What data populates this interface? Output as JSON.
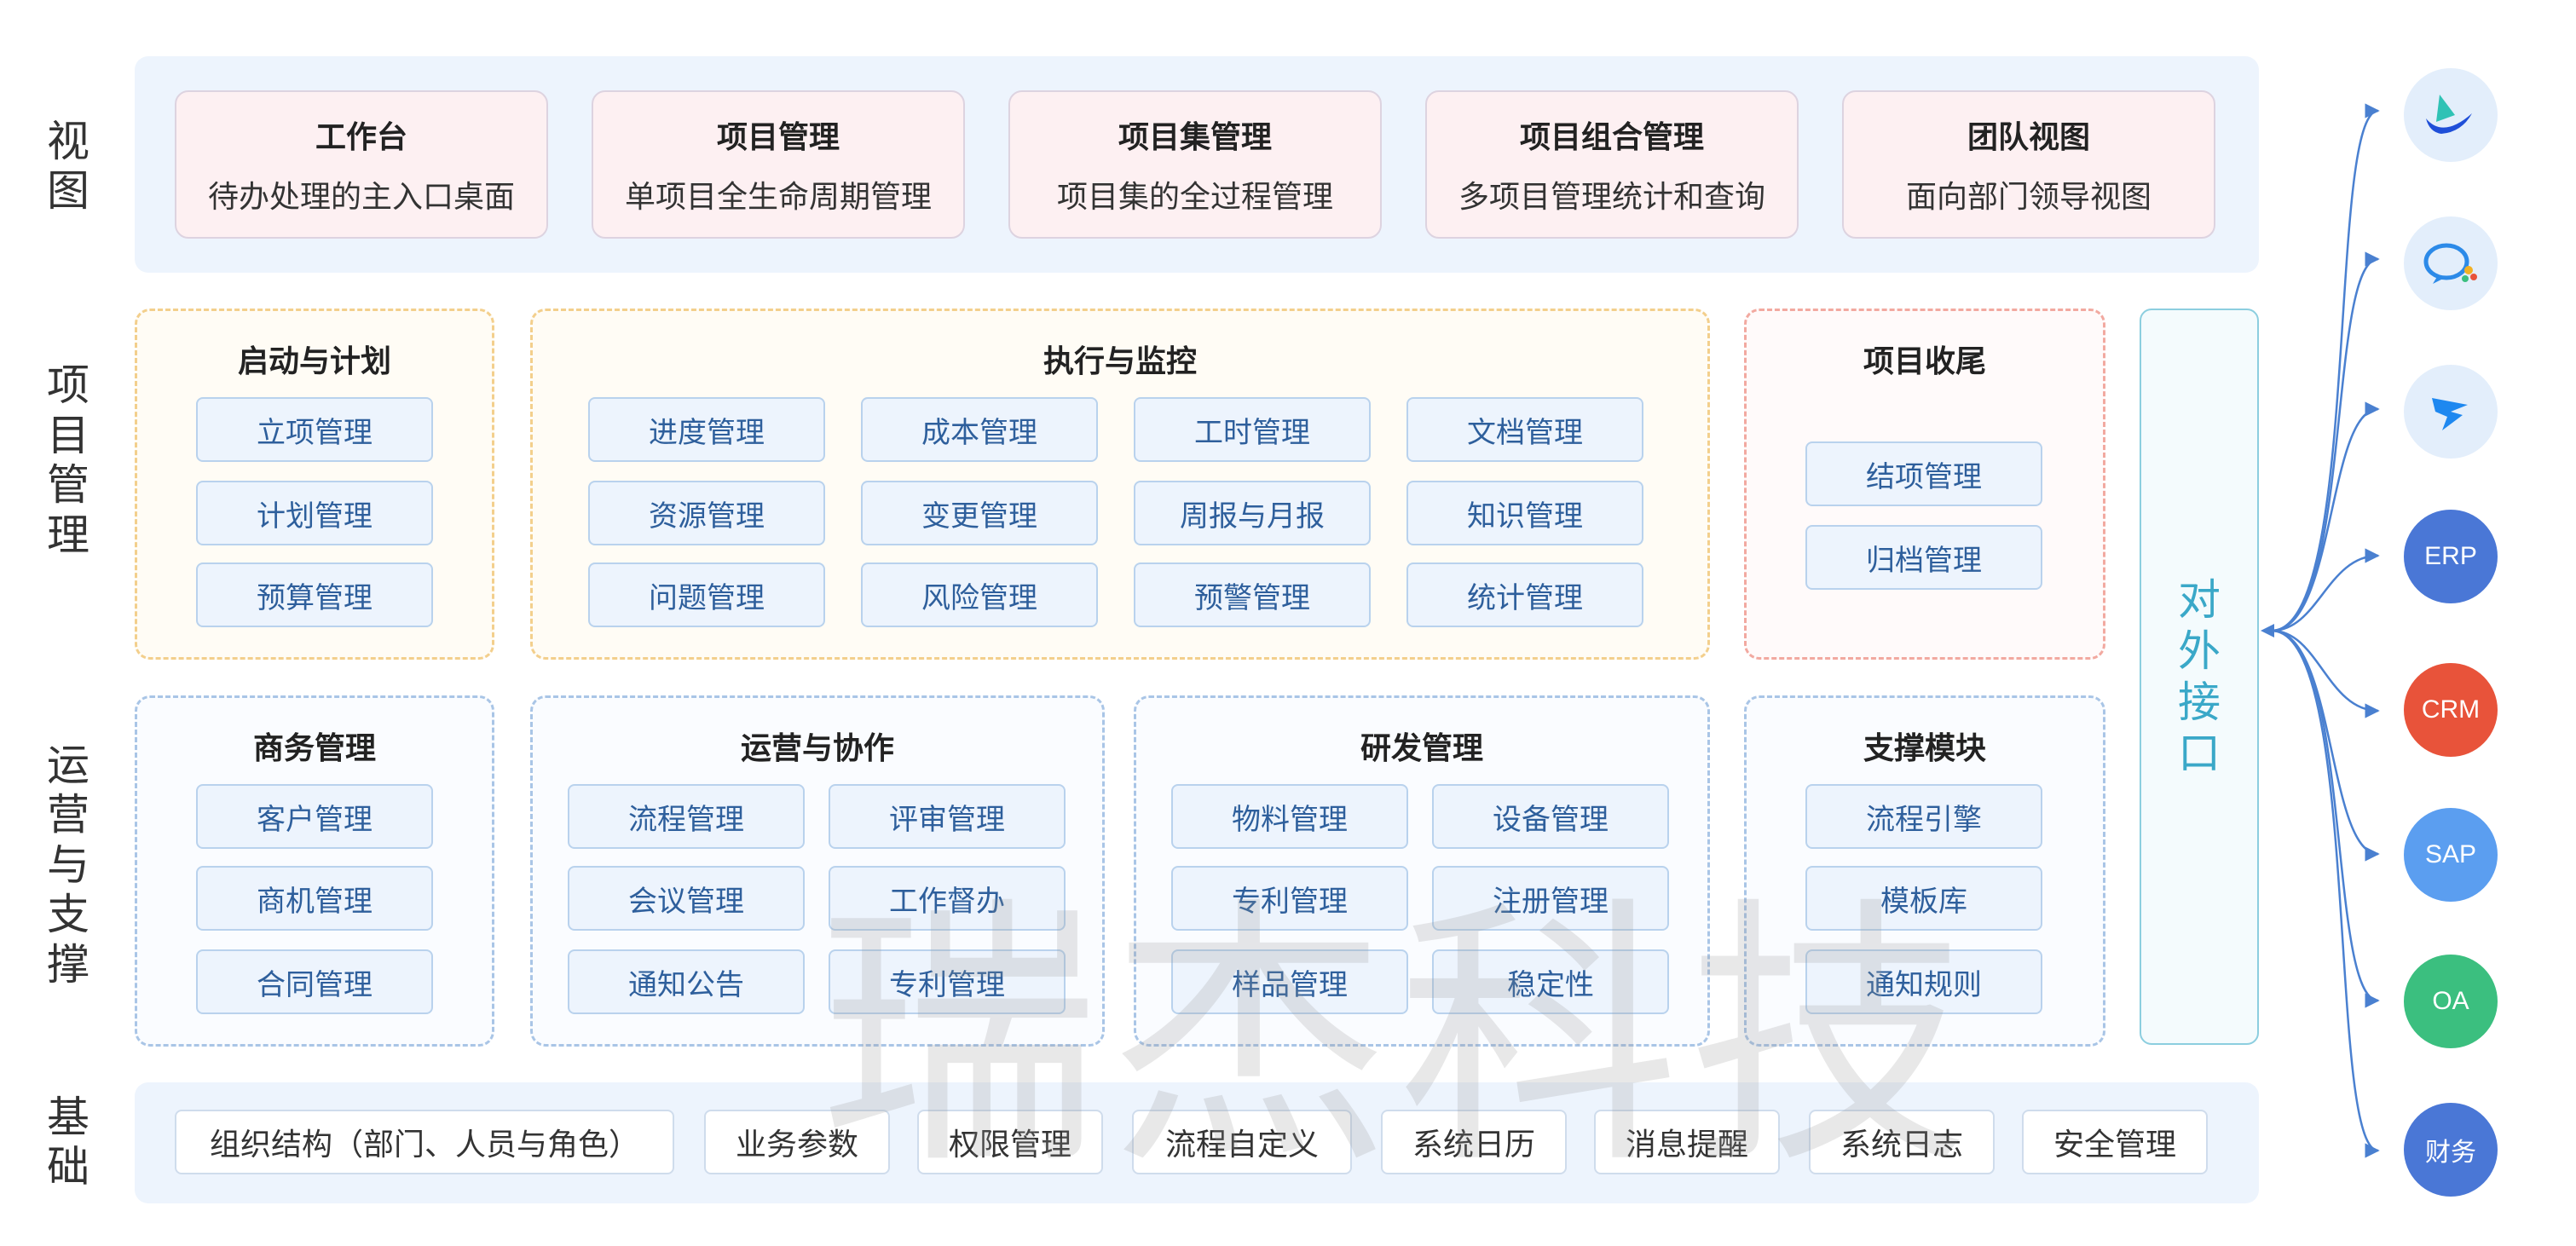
{
  "row_labels": {
    "view": [
      "视",
      "图"
    ],
    "project": [
      "项",
      "目",
      "管",
      "理"
    ],
    "operation": [
      "运",
      "营",
      "与",
      "支",
      "撑"
    ],
    "base": [
      "基",
      "础"
    ]
  },
  "views": [
    {
      "title": "工作台",
      "desc": "待办处理的主入口桌面"
    },
    {
      "title": "项目管理",
      "desc": "单项目全生命周期管理"
    },
    {
      "title": "项目集管理",
      "desc": "项目集的全过程管理"
    },
    {
      "title": "项目组合管理",
      "desc": "多项目管理统计和查询"
    },
    {
      "title": "团队视图",
      "desc": "面向部门领导视图"
    }
  ],
  "project_groups": {
    "start": {
      "title": "启动与计划",
      "items": [
        "立项管理",
        "计划管理",
        "预算管理"
      ]
    },
    "execute": {
      "title": "执行与监控",
      "items": [
        "进度管理",
        "成本管理",
        "工时管理",
        "文档管理",
        "资源管理",
        "变更管理",
        "周报与月报",
        "知识管理",
        "问题管理",
        "风险管理",
        "预警管理",
        "统计管理"
      ]
    },
    "close": {
      "title": "项目收尾",
      "items": [
        "结项管理",
        "归档管理"
      ]
    }
  },
  "operation_groups": {
    "business": {
      "title": "商务管理",
      "items": [
        "客户管理",
        "商机管理",
        "合同管理"
      ]
    },
    "collab": {
      "title": "运营与协作",
      "items": [
        "流程管理",
        "评审管理",
        "会议管理",
        "工作督办",
        "通知公告",
        "专利管理"
      ]
    },
    "rnd": {
      "title": "研发管理",
      "items": [
        "物料管理",
        "设备管理",
        "专利管理",
        "注册管理",
        "样品管理",
        "稳定性"
      ]
    },
    "support": {
      "title": "支撑模块",
      "items": [
        "流程引擎",
        "模板库",
        "通知规则"
      ]
    }
  },
  "base_items": [
    "组织结构（部门、人员与角色）",
    "业务参数",
    "权限管理",
    "流程自定义",
    "系统日历",
    "消息提醒",
    "系统日志",
    "安全管理"
  ],
  "interface": [
    "对",
    "外",
    "接",
    "口"
  ],
  "integrations": [
    {
      "name": "app-1-icon",
      "label": ""
    },
    {
      "name": "app-2-icon",
      "label": ""
    },
    {
      "name": "app-3-icon",
      "label": ""
    },
    {
      "name": "erp",
      "label": "ERP",
      "color": "#4a77d6"
    },
    {
      "name": "crm",
      "label": "CRM",
      "color": "#e8533a"
    },
    {
      "name": "sap",
      "label": "SAP",
      "color": "#5b9ef0"
    },
    {
      "name": "oa",
      "label": "OA",
      "color": "#3bbf7f"
    },
    {
      "name": "finance",
      "label": "财务",
      "color": "#4a77d6"
    }
  ],
  "watermark": "瑞杰科技",
  "colors": {
    "view_band": "#edf4fd",
    "plan_border": "#f3cf8c",
    "close_border": "#f2a9a0",
    "ops_border": "#a9c5e6",
    "interface": "#3aa8c8",
    "arrow": "#4a80d0"
  }
}
